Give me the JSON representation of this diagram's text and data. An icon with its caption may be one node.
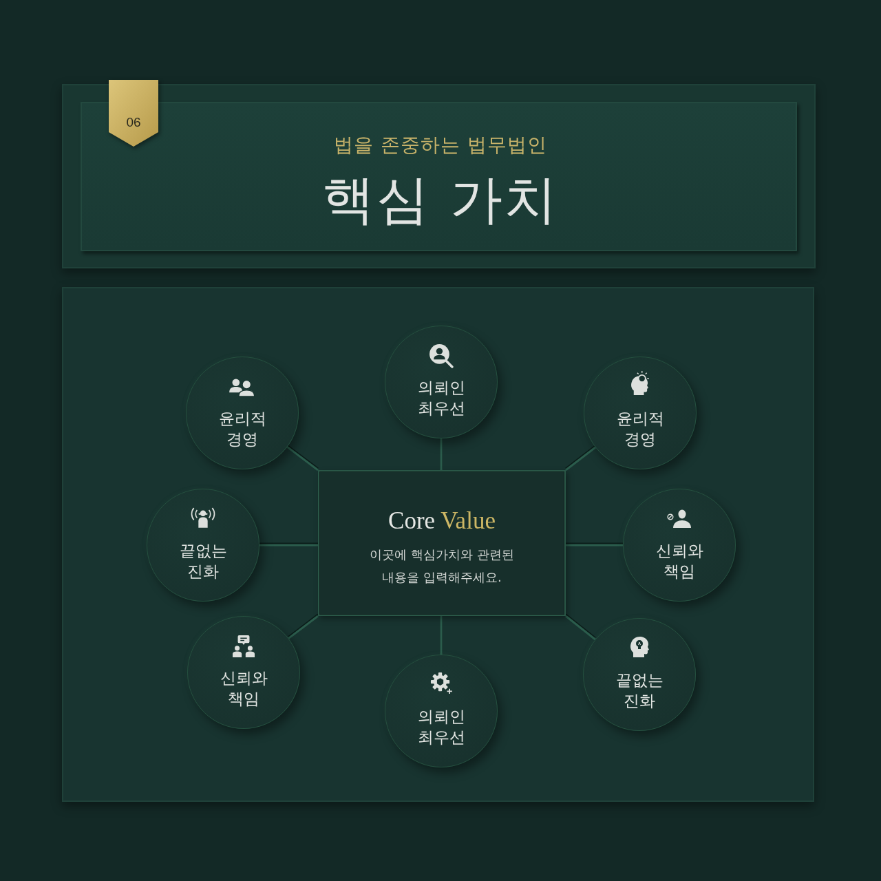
{
  "diagram": {
    "title": "핵심 가치",
    "nodes": [
      {
        "text": [
          "06"
        ]
      },
      {
        "text": [
          "윤리적 경영"
        ]
      },
      {
        "text": [
          "의뢰인 최우선"
        ]
      },
      {
        "text": [
          "윤리적 경영"
        ]
      },
      {
        "text": [
          "끝없는 진화"
        ]
      },
      {
        "text": [
          "Core Value",
          "이곳에 핵심가치와 관련된 내용을 입력해주세요."
        ]
      },
      {
        "text": [
          "신뢰와 책임"
        ]
      },
      {
        "text": [
          "신뢰와 책임"
        ]
      },
      {
        "text": [
          "의뢰인 최우선"
        ]
      },
      {
        "text": [
          "끝없는 진화"
        ]
      }
    ],
    "edges": [
      {
        "from": 5,
        "to": 1,
        "arrow": "none"
      },
      {
        "from": 5,
        "to": 2,
        "arrow": "none"
      },
      {
        "from": 5,
        "to": 3,
        "arrow": "none"
      },
      {
        "from": 5,
        "to": 4,
        "arrow": "none"
      },
      {
        "from": 5,
        "to": 6,
        "arrow": "none"
      },
      {
        "from": 5,
        "to": 7,
        "arrow": "none"
      },
      {
        "from": 5,
        "to": 8,
        "arrow": "none"
      },
      {
        "from": 5,
        "to": 9,
        "arrow": "none"
      }
    ],
    "labels": [
      "법을 존중하는 법무법인"
    ]
  }
}
